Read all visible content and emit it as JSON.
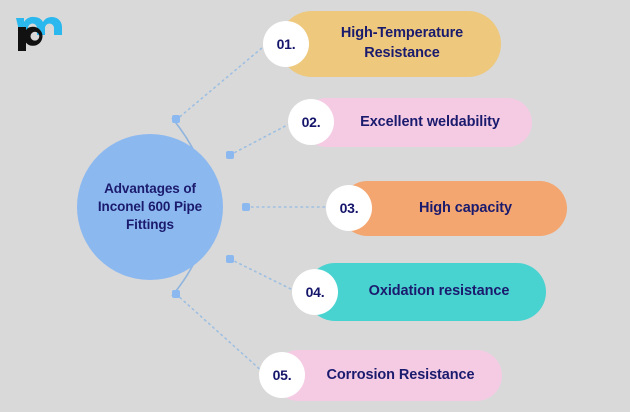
{
  "background_color": "#d9d9d9",
  "logo": {
    "name": "pm-logo",
    "mark_color": "#2bb8ee",
    "secondary_color": "#111111"
  },
  "hub": {
    "label": "Advantages of Inconel 600 Pipe Fittings",
    "fill": "#8cb8f0",
    "text_color": "#1b1b6e"
  },
  "connector": {
    "line_color": "#8fb4dd",
    "node_color": "#8cb8f0",
    "style": "dotted"
  },
  "items": [
    {
      "number": "01.",
      "label": "High-Temperature Resistance",
      "color": "#edc87d",
      "badge_color": "#ffffff",
      "text_color": "#1b1b6e"
    },
    {
      "number": "02.",
      "label": "Excellent weldability",
      "color": "#f5cbe4",
      "badge_color": "#ffffff",
      "text_color": "#1b1b6e"
    },
    {
      "number": "03.",
      "label": "High capacity",
      "color": "#f3a670",
      "badge_color": "#ffffff",
      "text_color": "#1b1b6e"
    },
    {
      "number": "04.",
      "label": "Oxidation resistance",
      "color": "#48d3d0",
      "badge_color": "#ffffff",
      "text_color": "#1b1b6e"
    },
    {
      "number": "05.",
      "label": "Corrosion Resistance",
      "color": "#f5cbe4",
      "badge_color": "#ffffff",
      "text_color": "#1b1b6e"
    }
  ]
}
